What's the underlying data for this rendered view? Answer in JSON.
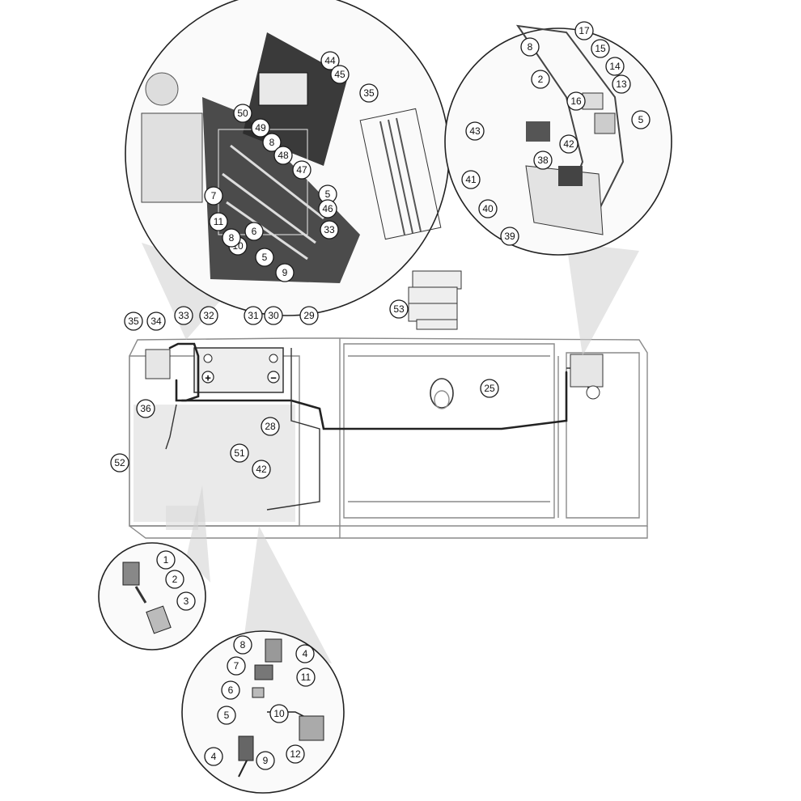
{
  "diagram": {
    "battery_plus_symbol": "+",
    "battery_minus_symbol": "−",
    "callouts": {
      "top_left": [
        "44",
        "45",
        "35",
        "50",
        "49",
        "8",
        "48",
        "47",
        "5",
        "46",
        "33",
        "9",
        "5",
        "10",
        "6",
        "8",
        "11",
        "7"
      ],
      "top_right": [
        "8",
        "17",
        "2",
        "15",
        "16",
        "14",
        "13",
        "5",
        "43",
        "42",
        "38",
        "41",
        "40",
        "39"
      ],
      "parts_group": [
        "53"
      ],
      "main": [
        "35",
        "34",
        "33",
        "32",
        "31",
        "30",
        "29",
        "25",
        "36",
        "28",
        "52",
        "51",
        "42"
      ],
      "small": [
        "1",
        "2",
        "3"
      ],
      "bottom": [
        "8",
        "4",
        "7",
        "11",
        "6",
        "10",
        "5",
        "9",
        "4",
        "12"
      ]
    }
  }
}
